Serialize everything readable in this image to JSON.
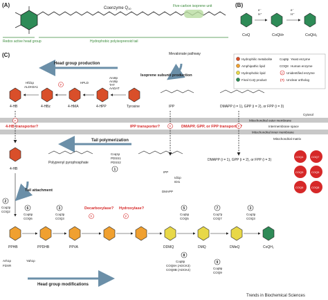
{
  "panels": {
    "a": "(A)",
    "b": "(B)",
    "c": "(C)"
  },
  "panel_a": {
    "molecule": "Coenzyme Q",
    "subscript": "10",
    "head_group_label": "Redox active head group",
    "tail_label": "Hydrophobic polyisoprenoid tail",
    "isoprene_label": "Five-carbon isoprene unit"
  },
  "panel_b": {
    "species": [
      "CoQ",
      "CoQH•",
      "CoQH₂"
    ],
    "reagents": [
      "e⁻",
      "H⁺",
      "e⁻",
      "H⁺"
    ]
  },
  "legend": {
    "items": [
      {
        "label": "Hydrophilic metabolite",
        "color": "#d94f2a"
      },
      {
        "label": "Amphipathic lipid",
        "color": "#f0a030"
      },
      {
        "label": "Hydrophobic lipid",
        "color": "#e8d848"
      },
      {
        "label": "Final CoQ product",
        "color": "#2e8b57"
      }
    ],
    "yeast_key": "Coq8p",
    "yeast_label": "Yeast enzyme",
    "human_key": "COQ8",
    "human_label": "Human enzyme",
    "unidentified_label": "Unidentified enzyme",
    "unclear_label": "Unclear ortholog"
  },
  "compartments": {
    "cytosol": "Cytosol",
    "outer": "Mitochondrial outer membrane",
    "ims": "Intermembrane space",
    "inner": "Mitochondrial inner membrane",
    "matrix": "Mitochondrial matrix"
  },
  "process_labels": {
    "head_group": "Head group production",
    "mevalonate": "Mevalonate pathway",
    "isoprene": "Isoprene subunit production",
    "tail_poly": "Tail polymerization",
    "tail_attach": "Tail attachment",
    "head_mod": "Head group modifications"
  },
  "metabolites": {
    "hb4": "4-HB",
    "hbz": "4-HBz",
    "hma": "4-HMA",
    "hpp": "4-HPP",
    "tyr": "Tyrosine",
    "ipp": "IPP",
    "dmapp_gpp": "DMAPP (i = 1), GPP (i = 2), or FPP (i = 3)",
    "polyprenyl": "Polyprenyl pyrophosphate",
    "dmapp": "DMAPP",
    "hb4_matrix": "4-HB",
    "pphb": "PPHB",
    "ppdhb": "PPDHB",
    "ppva": "PPVA",
    "ddmq": "DDMQ",
    "dmq": "DMQ",
    "dmeq": "DMeQ",
    "coqh2": "CoQH₂"
  },
  "enzymes": {
    "hfd1": "Hfd1p",
    "aldh3a1": "ALDH3A1",
    "hpld": "HPLD",
    "aro8": "Aro8p",
    "aro9": "Aro9p",
    "tat": "TAT",
    "aadat": "AADAT",
    "coq1": "Coq1p",
    "pdss1": "PDSS1",
    "pdss2": "PDSS2",
    "idi1p": "Idi1p",
    "idi1": "IDI1",
    "coq2p": "Coq2p",
    "coq2": "COQ2",
    "coq6p": "Coq6p",
    "coq6": "COQ6",
    "coq3p": "Coq3p",
    "coq3": "COQ3",
    "coq5p": "Coq5p",
    "coq5": "COQ5",
    "coq7p": "Coq7p",
    "coq7": "COQ7",
    "coq8p": "Coq8p",
    "coq8a": "COQ8A (ADCK3)",
    "coq8b": "COQ8B (ADCK4)",
    "coq9p": "Coq9p",
    "coq9": "COQ9",
    "arh1": "Arh1p",
    "yah1": "Yah1p",
    "fdxr": "FDXR",
    "coq_complex": [
      "COQ4",
      "COQ7",
      "COQ9",
      "COQ5",
      "COQ6",
      "COQ8"
    ]
  },
  "transporters": {
    "hb": "4-HB transporter?",
    "ipp": "IPP transporter?",
    "gpp": "DMAPP, GPP, or FPP transporter?"
  },
  "unknowns": {
    "decarboxylase": "Decarboxylase?",
    "hydroxylase": "Hydroxylase?"
  },
  "step_numbers": [
    "1",
    "2",
    "3",
    "5",
    "6",
    "7",
    "8",
    "9"
  ],
  "footer": "Trends in Biochemical Sciences",
  "colors": {
    "red": "#d62828",
    "green": "#2e8b57",
    "orange": "#f0a030",
    "yellow": "#e8d848",
    "membrane": "#c8c8c8",
    "arrow": "#6b8fa8"
  }
}
